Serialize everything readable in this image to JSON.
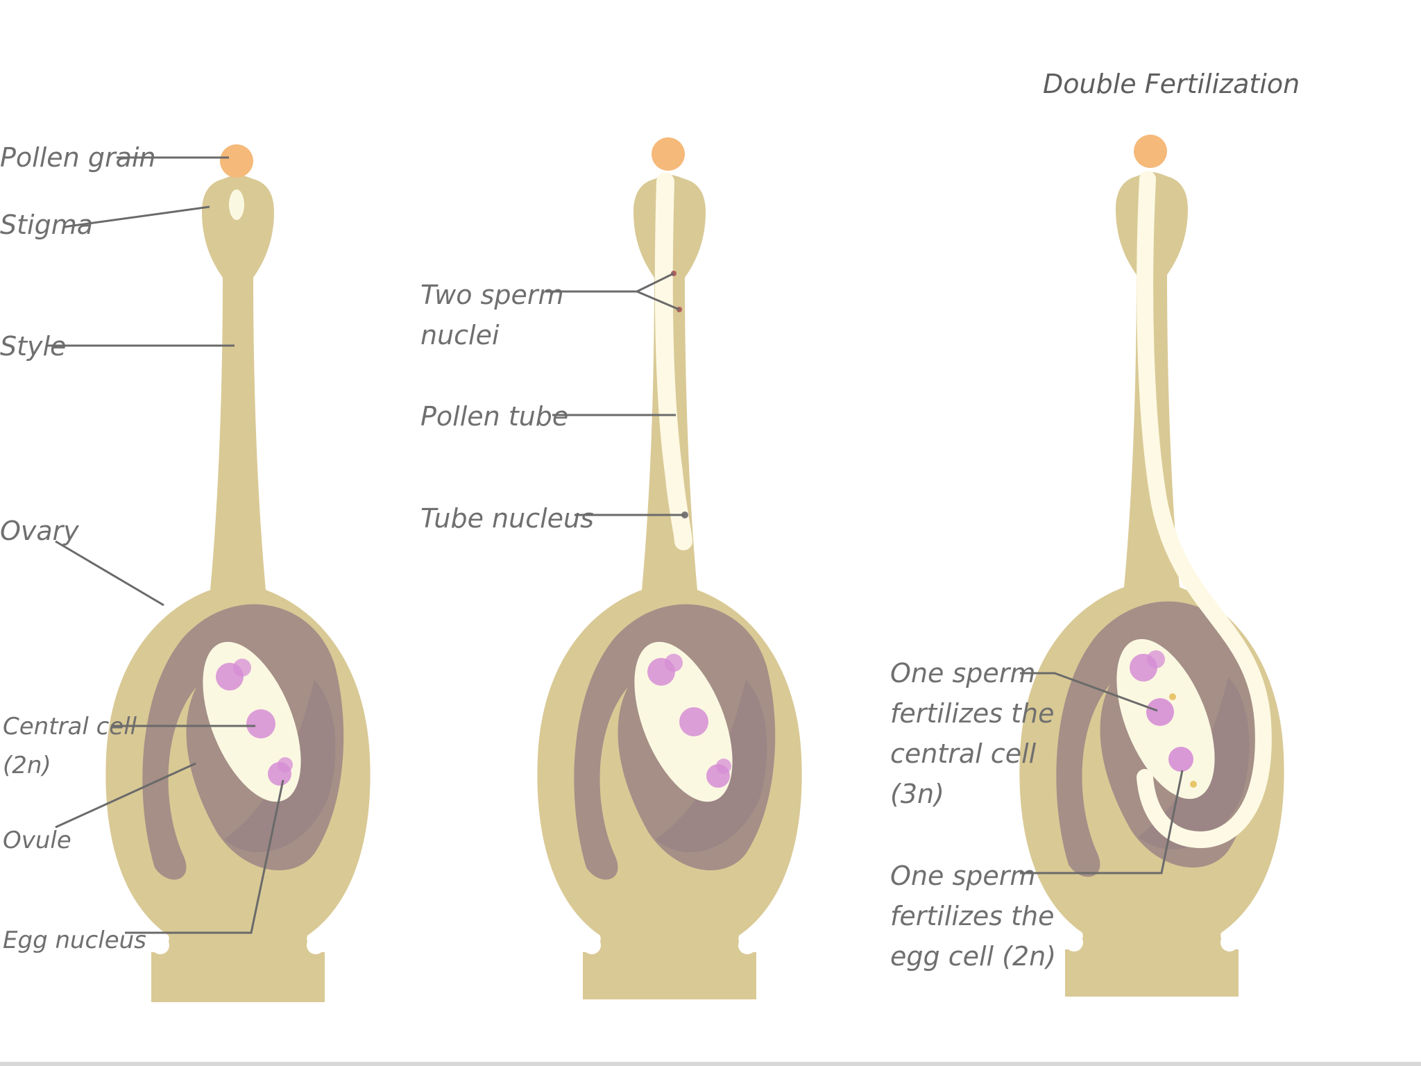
{
  "title": "Double Fertilization",
  "colors": {
    "pistil": "#d9c995",
    "ovule_wall": "#9b8585",
    "embryo_sac": "#fbf8e2",
    "pollen": "#f5b97a",
    "nucleus": "#d58ed5",
    "tube": "#fdf9e4"
  },
  "panel1": {
    "pollen_grain": "Pollen grain",
    "stigma": "Stigma",
    "style": "Style",
    "ovary": "Ovary",
    "central_cell": [
      "Central cell",
      "(2n)"
    ],
    "ovule": "Ovule",
    "egg_nucleus": "Egg nucleus"
  },
  "panel2": {
    "two_sperm_nuclei": [
      "Two sperm",
      "nuclei"
    ],
    "pollen_tube": "Pollen tube",
    "tube_nucleus": "Tube nucleus"
  },
  "panel3": {
    "central_fertilization": [
      "One sperm",
      "fertilizes the",
      "central cell",
      "(3n)"
    ],
    "egg_fertilization": [
      "One sperm",
      "fertilizes the",
      "egg cell (2n)"
    ]
  }
}
